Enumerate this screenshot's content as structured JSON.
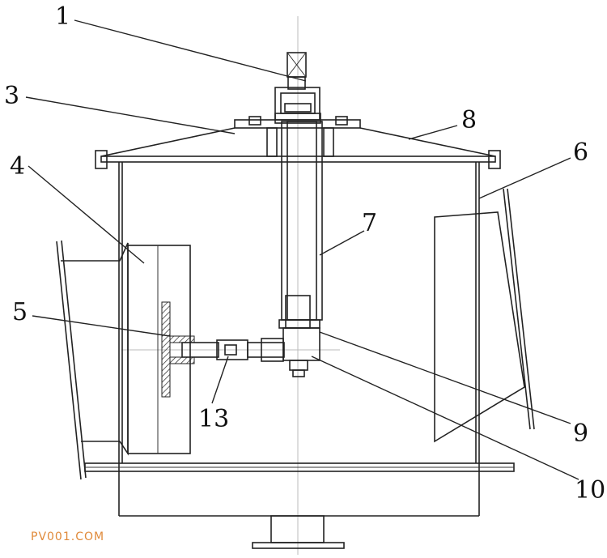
{
  "title": "Vessel with agitator shaft, door and baffle - cross-section drawing",
  "labels": {
    "l1": "1",
    "l3": "3",
    "l4": "4",
    "l5": "5",
    "l6": "6",
    "l7": "7",
    "l8": "8",
    "l9": "9",
    "l10": "10",
    "l13": "13"
  },
  "watermark": "PV001.COM",
  "colors": {
    "line": "#222222",
    "watermark": "#e08a3a"
  }
}
